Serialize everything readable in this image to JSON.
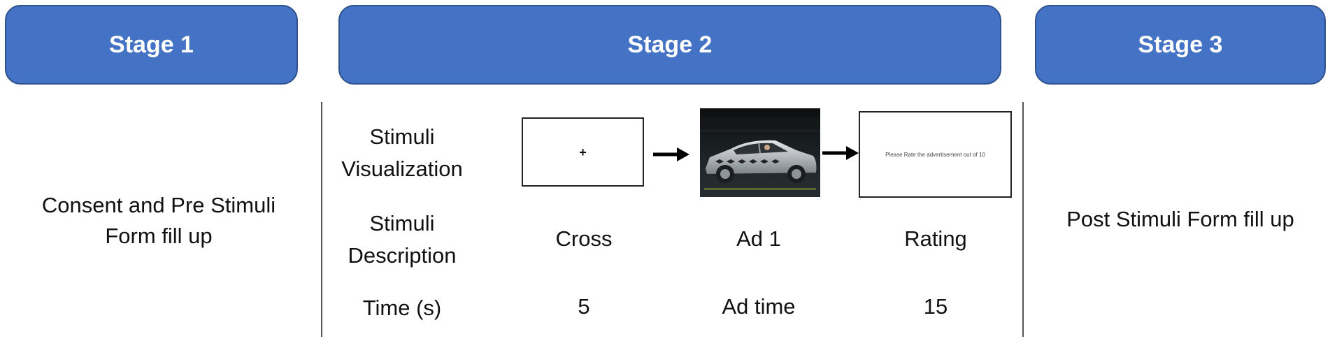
{
  "stages": {
    "stage1": {
      "title": "Stage 1",
      "description_lines": [
        "Consent and Pre Stimuli",
        "Form fill up"
      ]
    },
    "stage2": {
      "title": "Stage 2",
      "row_labels": {
        "visualization": [
          "Stimuli",
          "Visualization"
        ],
        "description": [
          "Stimuli",
          "Description"
        ],
        "time": "Time (s)"
      },
      "columns": [
        {
          "description": "Cross",
          "time": "5"
        },
        {
          "description": "Ad 1",
          "time": "Ad time"
        },
        {
          "description": "Rating",
          "time": "15"
        }
      ],
      "cross_screen_symbol": "+",
      "rating_screen_text": "Please Rate the advertisement out of 10"
    },
    "stage3": {
      "title": "Stage 3",
      "description": "Post Stimuli Form fill up"
    }
  },
  "colors": {
    "header_fill": "#4472c4",
    "header_border": "#2f528f",
    "header_text": "#ffffff"
  },
  "icons": {
    "arrow": "arrow-right-icon",
    "ad": "car-advertisement-image"
  }
}
